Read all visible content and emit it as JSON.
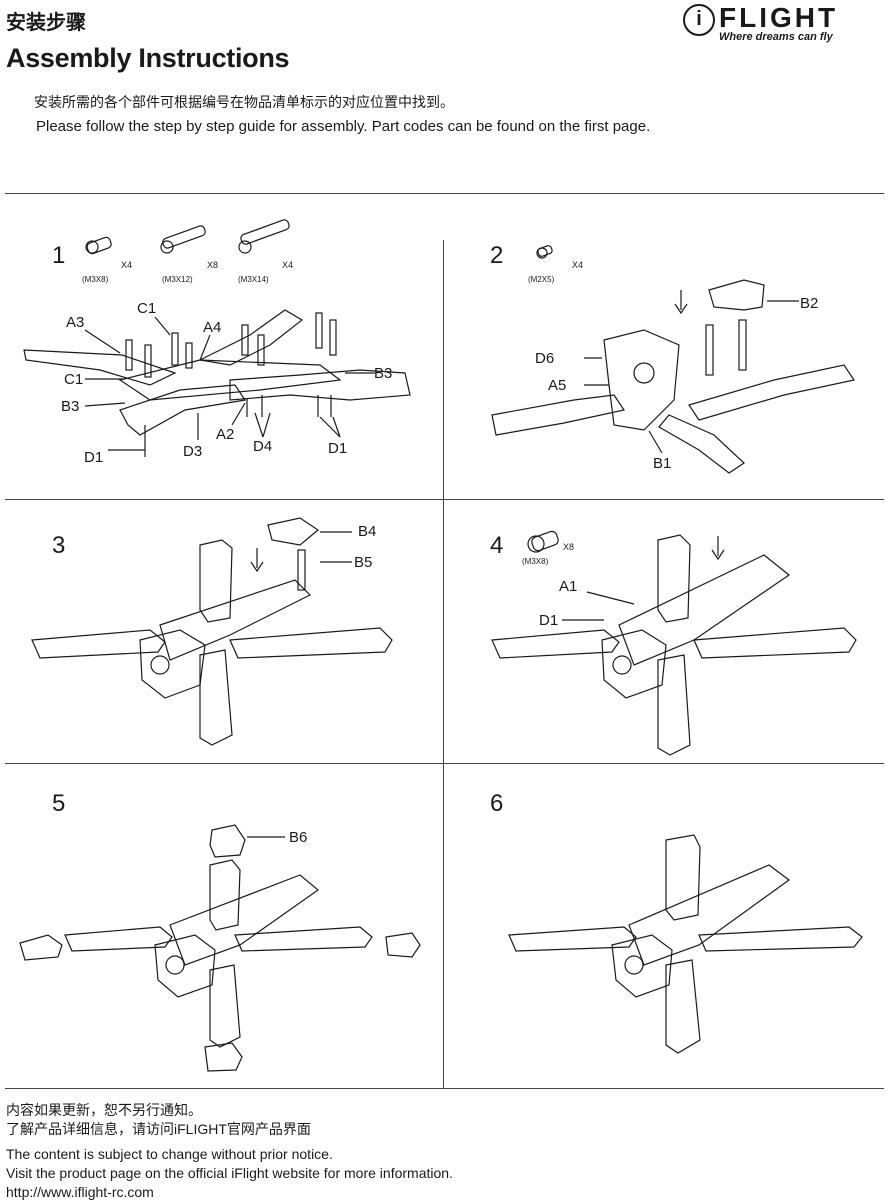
{
  "header": {
    "title_cn": "安装步骤",
    "title_en": "Assembly Instructions",
    "intro_cn": "安装所需的各个部件可根据编号在物品清单标示的对应位置中找到。",
    "intro_en": "Please follow the step by step guide for assembly. Part codes can be found on the first page."
  },
  "logo": {
    "mark": "i",
    "wordmark": "FLIGHT",
    "tagline": "Where dreams can fly"
  },
  "steps": [
    {
      "number": "1",
      "screws": [
        {
          "code": "(M3X8)",
          "count": "X4"
        },
        {
          "code": "(M3X12)",
          "count": "X8"
        },
        {
          "code": "(M3X14)",
          "count": "X4"
        }
      ],
      "labels": [
        "A3",
        "C1",
        "A4",
        "C1",
        "B3",
        "B3",
        "A2",
        "D1",
        "D3",
        "D4",
        "D1"
      ]
    },
    {
      "number": "2",
      "screws": [
        {
          "code": "(M2X5)",
          "count": "X4"
        }
      ],
      "labels": [
        "B2",
        "D6",
        "A5",
        "B1"
      ]
    },
    {
      "number": "3",
      "screws": [],
      "labels": [
        "B4",
        "B5"
      ]
    },
    {
      "number": "4",
      "screws": [
        {
          "code": "(M3X8)",
          "count": "X8"
        }
      ],
      "labels": [
        "A1",
        "D1"
      ]
    },
    {
      "number": "5",
      "screws": [],
      "labels": [
        "B6"
      ]
    },
    {
      "number": "6",
      "screws": [],
      "labels": []
    }
  ],
  "footer": {
    "cn_line1": "内容如果更新，恕不另行通知。",
    "cn_line2": "了解产品详细信息，请访问iFLIGHT官网产品界面",
    "en_line1": "The content is subject to change without prior notice.",
    "en_line2": "Visit the product page on the official iFlight website for more information.",
    "url": "http://www.iflight-rc.com"
  }
}
